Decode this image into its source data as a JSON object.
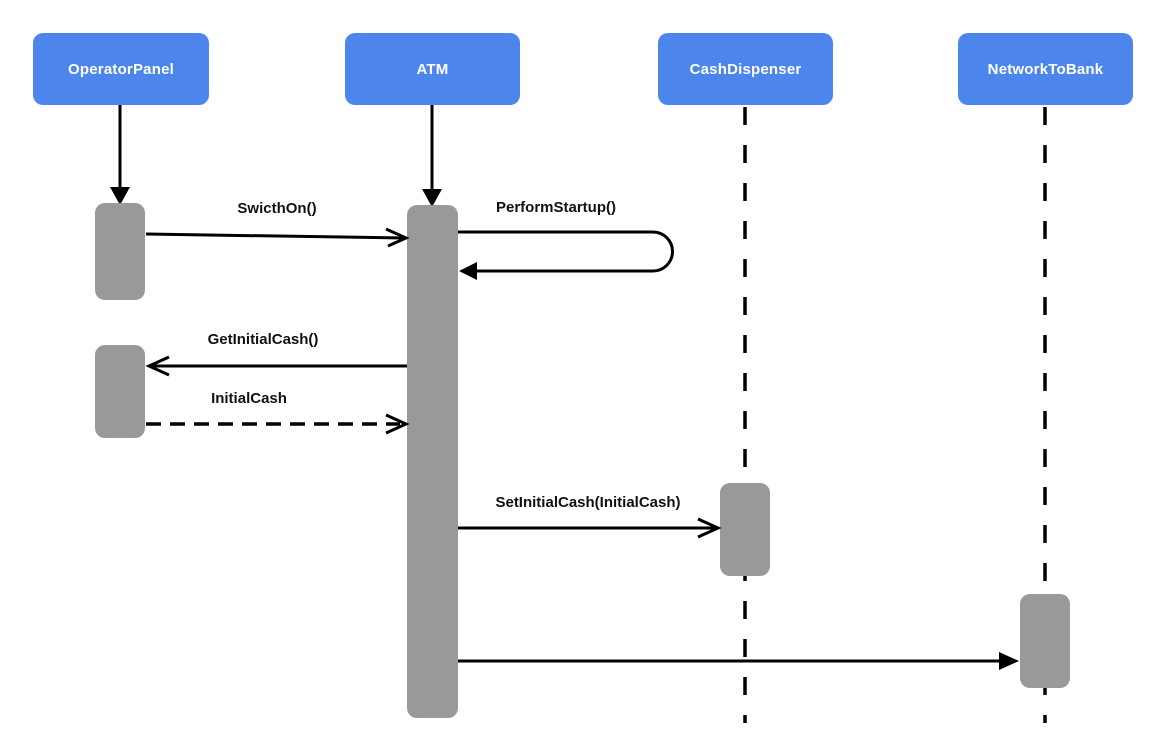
{
  "diagram": {
    "type": "uml-sequence",
    "colors": {
      "header_fill": "#4C86EC",
      "header_text": "#FFFFFF",
      "activation_fill": "#999999",
      "line": "#000000",
      "label_text": "#111111",
      "background": "#FFFFFF"
    },
    "lifelines": [
      {
        "id": "operator-panel",
        "label": "OperatorPanel"
      },
      {
        "id": "atm",
        "label": "ATM"
      },
      {
        "id": "cash-dispenser",
        "label": "CashDispenser"
      },
      {
        "id": "network-to-bank",
        "label": "NetworkToBank"
      }
    ],
    "messages": [
      {
        "label": "SwicthOn()",
        "from": "OperatorPanel",
        "to": "ATM",
        "line": "solid",
        "arrowhead": "open",
        "self_message": false
      },
      {
        "label": "PerformStartup()",
        "from": "ATM",
        "to": "ATM",
        "line": "solid",
        "arrowhead": "filled",
        "self_message": true
      },
      {
        "label": "GetInitialCash()",
        "from": "ATM",
        "to": "OperatorPanel",
        "line": "solid",
        "arrowhead": "open",
        "self_message": false
      },
      {
        "label": "InitialCash",
        "from": "OperatorPanel",
        "to": "ATM",
        "line": "dashed",
        "arrowhead": "open",
        "self_message": false
      },
      {
        "label": "SetInitialCash(InitialCash)",
        "from": "ATM",
        "to": "CashDispenser",
        "line": "solid",
        "arrowhead": "open",
        "self_message": false
      },
      {
        "label": "",
        "from": "ATM",
        "to": "NetworkToBank",
        "line": "solid",
        "arrowhead": "filled",
        "self_message": false
      }
    ]
  }
}
